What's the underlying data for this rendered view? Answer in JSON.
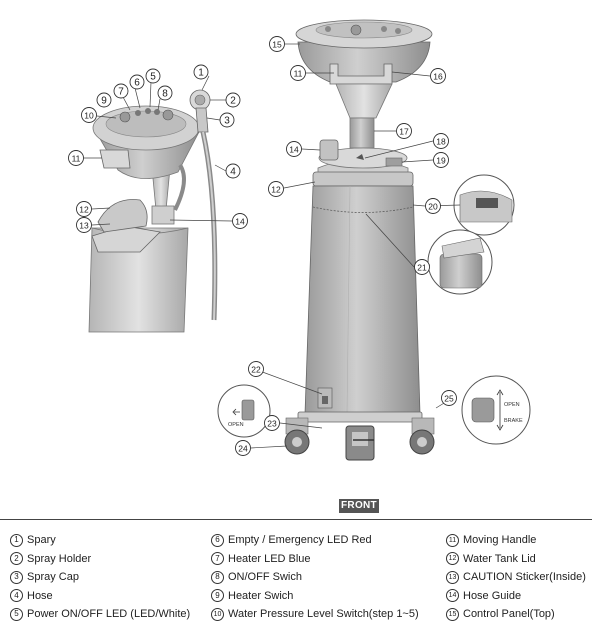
{
  "callouts": [
    {
      "id": "1",
      "label": "Spary"
    },
    {
      "id": "2",
      "label": "Spray Holder"
    },
    {
      "id": "3",
      "label": "Spray Cap"
    },
    {
      "id": "4",
      "label": "Hose"
    },
    {
      "id": "5",
      "label": "Power ON/OFF LED (LED/White)"
    },
    {
      "id": "6",
      "label": "Empty / Emergency LED Red"
    },
    {
      "id": "7",
      "label": "Heater LED Blue"
    },
    {
      "id": "8",
      "label": "ON/OFF Swich"
    },
    {
      "id": "9",
      "label": "Heater Swich"
    },
    {
      "id": "10",
      "label": "Water Pressure Level Switch(step 1~5)"
    },
    {
      "id": "11",
      "label": "Moving Handle"
    },
    {
      "id": "12",
      "label": "Water Tank Lid"
    },
    {
      "id": "13",
      "label": "CAUTION Sticker(Inside)"
    },
    {
      "id": "14",
      "label": "Hose Guide"
    },
    {
      "id": "15",
      "label": "Control Panel(Top)"
    },
    {
      "id": "16",
      "label": ""
    },
    {
      "id": "17",
      "label": ""
    },
    {
      "id": "18",
      "label": ""
    },
    {
      "id": "19",
      "label": ""
    },
    {
      "id": "20",
      "label": ""
    },
    {
      "id": "21",
      "label": ""
    },
    {
      "id": "22",
      "label": ""
    },
    {
      "id": "23",
      "label": ""
    },
    {
      "id": "24",
      "label": ""
    },
    {
      "id": "25",
      "label": ""
    }
  ],
  "view_label": "FRONT",
  "detail_labels": {
    "open_left": "OPEN",
    "open_right": "OPEN",
    "brake": "BRAKE"
  }
}
